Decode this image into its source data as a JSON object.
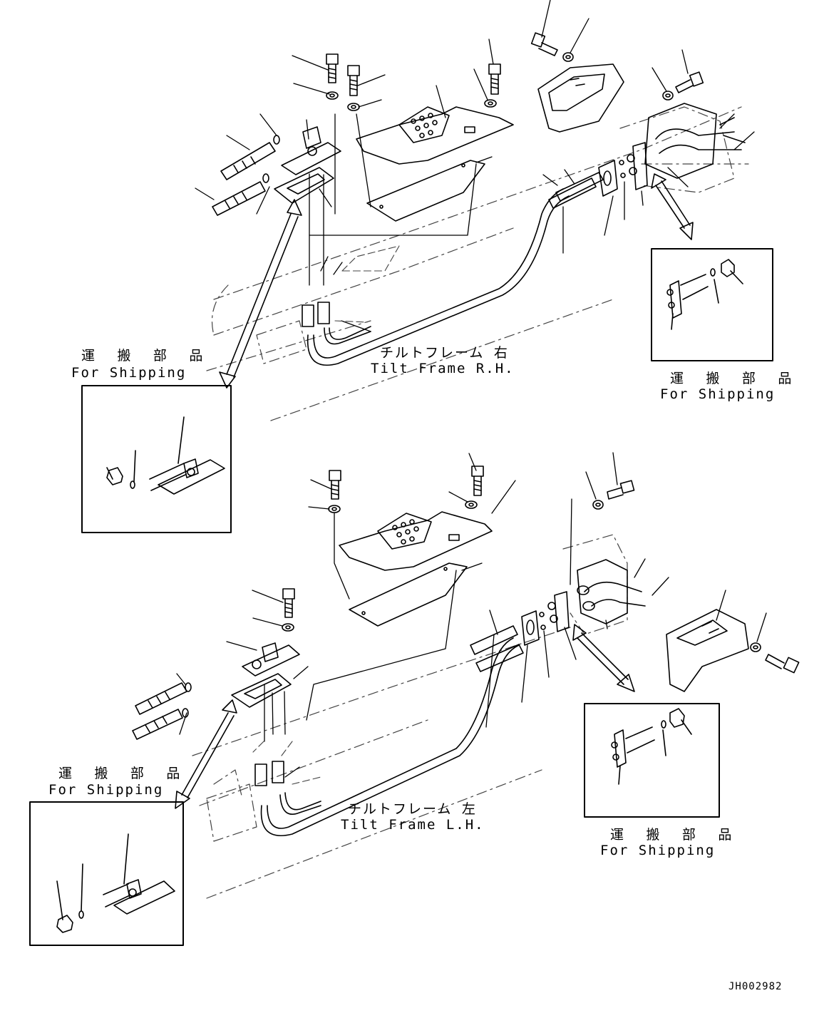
{
  "labels": {
    "shipping_jp": "運 搬 部 品",
    "shipping_en": "For Shipping",
    "tilt_rh_jp": "チルトフレーム 右",
    "tilt_rh_en": "Tilt Frame R.H.",
    "tilt_lh_jp": "チルトフレーム 左",
    "tilt_lh_en": "Tilt Frame L.H."
  },
  "drawing_code": "JH002982",
  "colors": {
    "ink": "#000000",
    "background": "#ffffff",
    "phantom": "#555555"
  }
}
